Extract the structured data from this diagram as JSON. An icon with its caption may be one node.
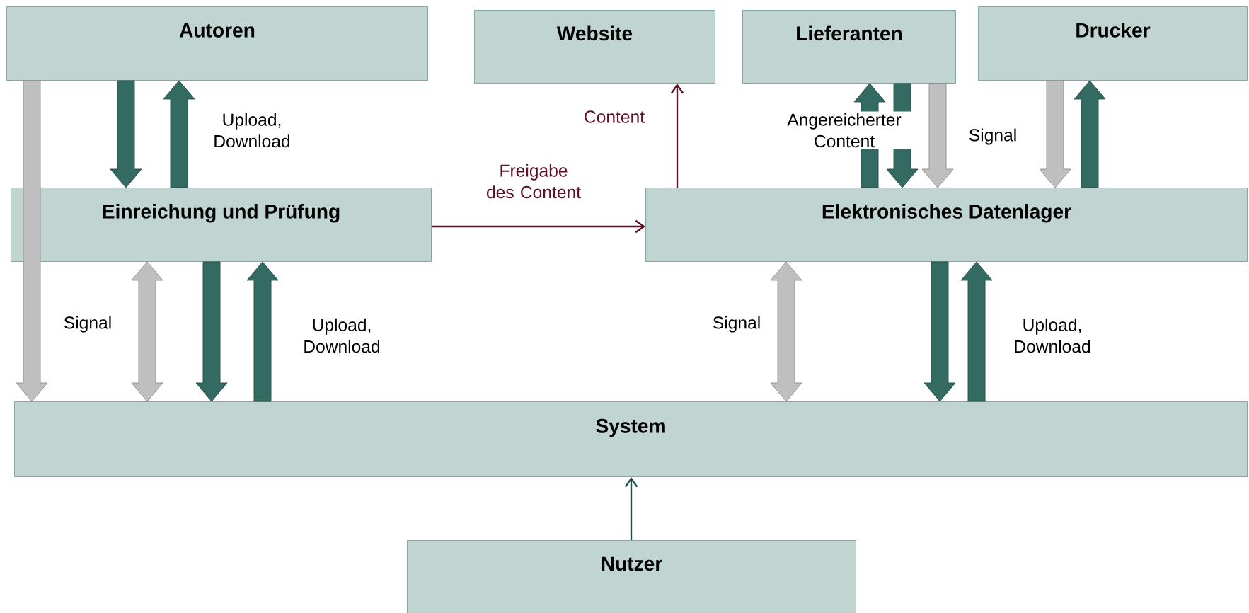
{
  "diagram": {
    "nodes": [
      {
        "text": [
          "Autoren"
        ]
      },
      {
        "text": [
          "Website"
        ]
      },
      {
        "text": [
          "Lieferanten"
        ]
      },
      {
        "text": [
          "Drucker"
        ]
      },
      {
        "text": [
          "Einreichung und Prüfung"
        ]
      },
      {
        "text": [
          "Elektronisches Datenlager"
        ]
      },
      {
        "text": [
          "System"
        ]
      },
      {
        "text": [
          "Nutzer"
        ]
      }
    ],
    "edges": [
      {
        "from": 0,
        "to": 6,
        "arrow": "to",
        "style": "thick",
        "color": "#bfbfbf"
      },
      {
        "from": 0,
        "to": 4,
        "arrow": "to",
        "style": "thick",
        "color": "#336b63"
      },
      {
        "from": 4,
        "to": 0,
        "arrow": "to",
        "style": "thick",
        "color": "#336b63",
        "label": "Upload, Download"
      },
      {
        "from": 4,
        "to": 6,
        "arrow": "both",
        "style": "thick",
        "color": "#bfbfbf",
        "label": "Signal"
      },
      {
        "from": 4,
        "to": 6,
        "arrow": "to",
        "style": "thick",
        "color": "#336b63"
      },
      {
        "from": 6,
        "to": 4,
        "arrow": "to",
        "style": "thick",
        "color": "#336b63",
        "label": "Upload, Download"
      },
      {
        "from": 4,
        "to": 5,
        "arrow": "to",
        "color": "#5e1224",
        "label": "Freigabe des Content"
      },
      {
        "from": 5,
        "to": 1,
        "arrow": "to",
        "color": "#5e1224",
        "label": "Content"
      },
      {
        "from": 5,
        "to": 2,
        "arrow": "to",
        "style": "thick",
        "color": "#336b63",
        "label": "Angereicherter Content"
      },
      {
        "from": 2,
        "to": 5,
        "arrow": "to",
        "style": "thick",
        "color": "#336b63"
      },
      {
        "from": 2,
        "to": 5,
        "arrow": "to",
        "style": "thick",
        "color": "#bfbfbf",
        "label": "Signal"
      },
      {
        "from": 3,
        "to": 5,
        "arrow": "to",
        "style": "thick",
        "color": "#bfbfbf"
      },
      {
        "from": 5,
        "to": 3,
        "arrow": "to",
        "style": "thick",
        "color": "#336b63"
      },
      {
        "from": 5,
        "to": 6,
        "arrow": "both",
        "style": "thick",
        "color": "#bfbfbf",
        "label": "Signal"
      },
      {
        "from": 5,
        "to": 6,
        "arrow": "to",
        "style": "thick",
        "color": "#336b63"
      },
      {
        "from": 6,
        "to": 5,
        "arrow": "to",
        "style": "thick",
        "color": "#336b63",
        "label": "Upload, Download"
      },
      {
        "from": 7,
        "to": 6,
        "arrow": "to",
        "color": "#1e4d44"
      }
    ]
  }
}
